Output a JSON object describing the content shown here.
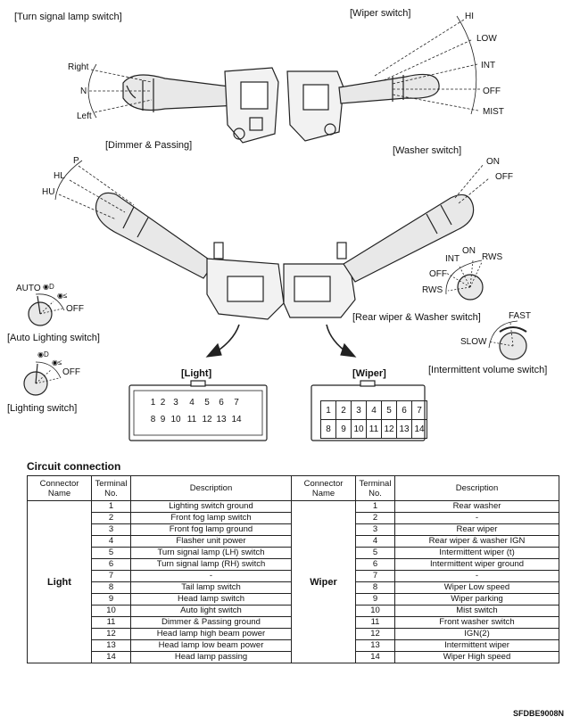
{
  "labels": {
    "turn_signal": "[Turn signal lamp switch]",
    "wiper_switch": "[Wiper switch]",
    "dimmer": "[Dimmer & Passing]",
    "washer": "[Washer switch]",
    "auto_lighting": "[Auto Lighting switch]",
    "lighting": "[Lighting switch]",
    "rear_wiper": "[Rear wiper & Washer switch]",
    "intermittent": "[Intermittent volume switch]",
    "right": "Right",
    "n": "N",
    "left": "Left",
    "hi": "HI",
    "low": "LOW",
    "int": "INT",
    "off": "OFF",
    "mist": "MIST",
    "p": "P",
    "hl": "HL",
    "hu": "HU",
    "on": "ON",
    "washer_off": "OFF",
    "auto": "AUTO",
    "auto_off": "OFF",
    "light_off": "OFF",
    "rw_int": "INT",
    "rw_on": "ON",
    "rw_rws_top": "RWS",
    "rw_off": "OFF",
    "rw_rws_bottom": "RWS",
    "fast": "FAST",
    "slow": "SLOW"
  },
  "connectors": {
    "light_title": "[Light]",
    "wiper_title": "[Wiper]",
    "light_top": [
      "1",
      "2",
      "3",
      "4",
      "5",
      "6",
      "7"
    ],
    "light_bottom": [
      "8",
      "9",
      "10",
      "11",
      "12",
      "13",
      "14"
    ],
    "wiper_top": [
      "1",
      "2",
      "3",
      "4",
      "5",
      "6",
      "7"
    ],
    "wiper_bottom": [
      "8",
      "9",
      "10",
      "11",
      "12",
      "13",
      "14"
    ]
  },
  "circuit": {
    "title": "Circuit connection",
    "headers": {
      "connector": "Connector Name",
      "terminal": "Terminal No.",
      "description": "Description"
    },
    "light_name": "Light",
    "wiper_name": "Wiper",
    "rows": [
      {
        "lt": "1",
        "ld": "Lighting switch ground",
        "wt": "1",
        "wd": "Rear washer"
      },
      {
        "lt": "2",
        "ld": "Front fog lamp switch",
        "wt": "2",
        "wd": "-"
      },
      {
        "lt": "3",
        "ld": "Front fog lamp ground",
        "wt": "3",
        "wd": "Rear wiper"
      },
      {
        "lt": "4",
        "ld": "Flasher unit power",
        "wt": "4",
        "wd": "Rear wiper & washer IGN"
      },
      {
        "lt": "5",
        "ld": "Turn signal lamp (LH) switch",
        "wt": "5",
        "wd": "Intermittent wiper (t)"
      },
      {
        "lt": "6",
        "ld": "Turn signal lamp (RH) switch",
        "wt": "6",
        "wd": "Intermittent wiper ground"
      },
      {
        "lt": "7",
        "ld": "-",
        "wt": "7",
        "wd": "-"
      },
      {
        "lt": "8",
        "ld": "Tail lamp switch",
        "wt": "8",
        "wd": "Wiper Low speed"
      },
      {
        "lt": "9",
        "ld": "Head lamp switch",
        "wt": "9",
        "wd": "Wiper parking"
      },
      {
        "lt": "10",
        "ld": "Auto light switch",
        "wt": "10",
        "wd": "Mist switch"
      },
      {
        "lt": "11",
        "ld": "Dimmer & Passing ground",
        "wt": "11",
        "wd": "Front washer switch"
      },
      {
        "lt": "12",
        "ld": "Head lamp high beam power",
        "wt": "12",
        "wd": "IGN(2)"
      },
      {
        "lt": "13",
        "ld": "Head lamp low beam power",
        "wt": "13",
        "wd": "Intermittent wiper"
      },
      {
        "lt": "14",
        "ld": "Head lamp passing",
        "wt": "14",
        "wd": "Wiper High speed"
      }
    ]
  },
  "figure_code": "SFDBE9008N"
}
